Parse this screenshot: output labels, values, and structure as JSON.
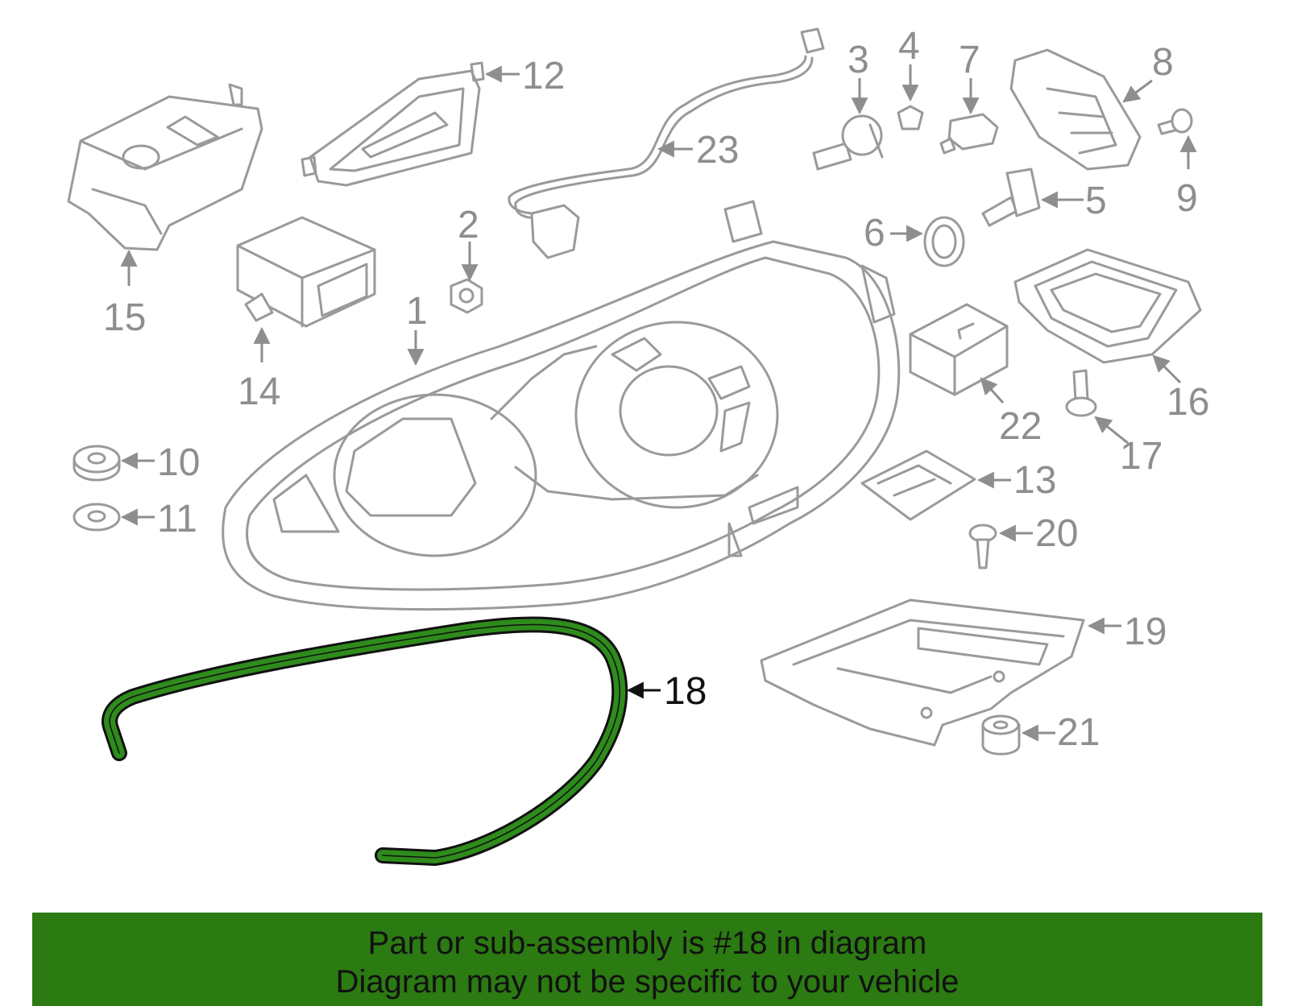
{
  "colors": {
    "banner_bg": "#2b7a12",
    "highlight_part": "#2e8b1c",
    "part_stroke": "#9a9a9a",
    "label_text": "#8e8e8e"
  },
  "highlighted_part": "18",
  "callouts": {
    "c1": "1",
    "c2": "2",
    "c3": "3",
    "c4": "4",
    "c5": "5",
    "c6": "6",
    "c7": "7",
    "c8": "8",
    "c9": "9",
    "c10": "10",
    "c11": "11",
    "c12": "12",
    "c13": "13",
    "c14": "14",
    "c15": "15",
    "c16": "16",
    "c17": "17",
    "c18": "18",
    "c19": "19",
    "c20": "20",
    "c21": "21",
    "c22": "22",
    "c23": "23"
  },
  "banner": {
    "line1": "Part or sub-assembly is #18 in diagram",
    "line2": "Diagram may not be specific to your vehicle"
  }
}
